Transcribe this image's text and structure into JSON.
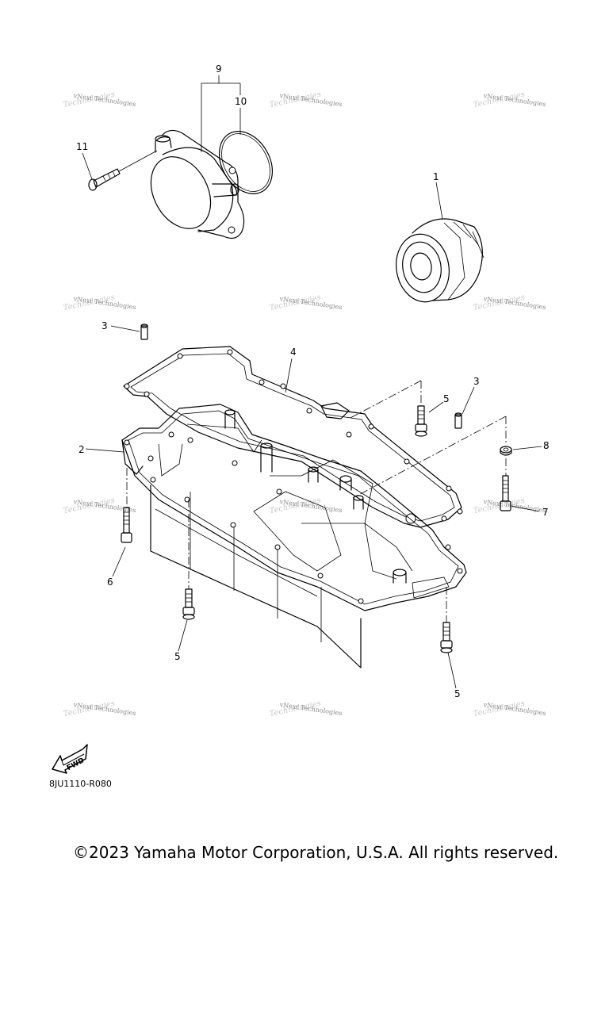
{
  "callouts": {
    "c1": "1",
    "c2": "2",
    "c3a": "3",
    "c3b": "3",
    "c4": "4",
    "c5a": "5",
    "c5b": "5",
    "c5c": "5",
    "c6": "6",
    "c7": "7",
    "c8": "8",
    "c9": "9",
    "c10": "10",
    "c11": "11"
  },
  "watermark": {
    "line1": "vNext Technologies",
    "line2": "Technologies"
  },
  "fwd_label": "FWD",
  "reference_code": "8JU1110-R080",
  "copyright": "©2023 Yamaha Motor Corporation, U.S.A. All rights reserved."
}
